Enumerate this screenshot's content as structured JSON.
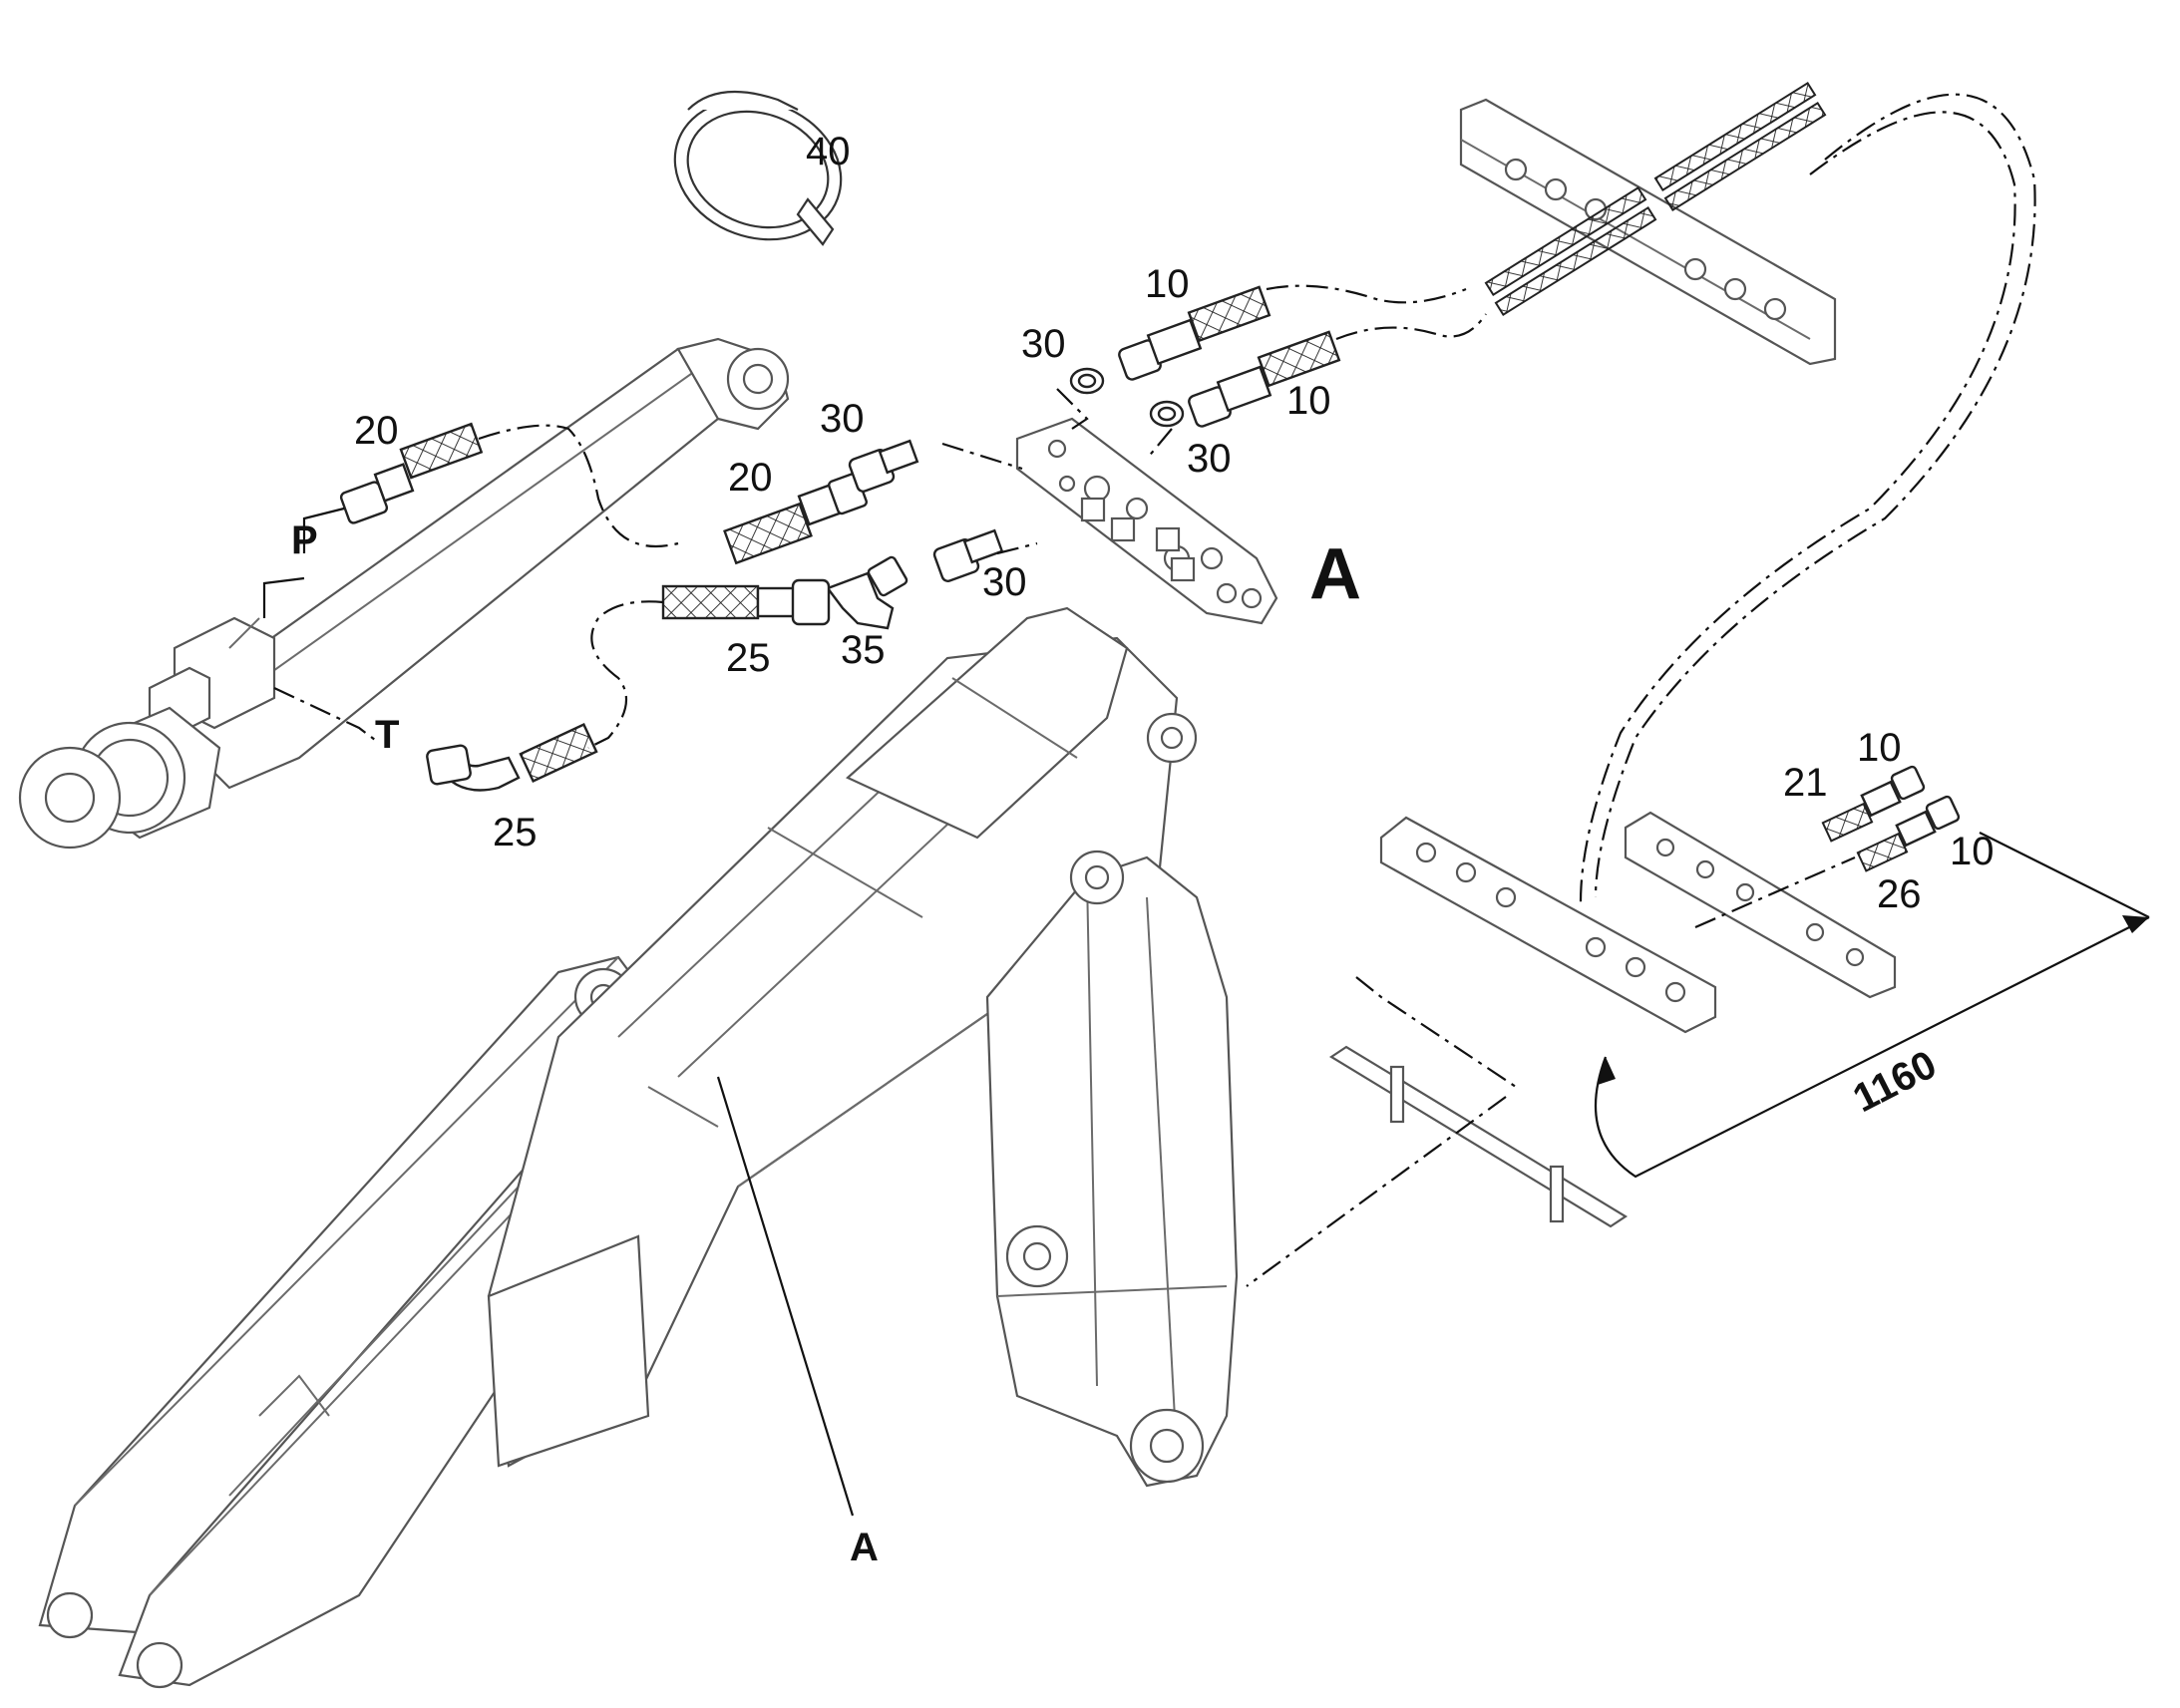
{
  "labels": {
    "p40": "40",
    "p20_top": "20",
    "p20_mid": "20",
    "p30_a": "30",
    "p30_b": "30",
    "p30_c": "30",
    "p30_d": "30",
    "p10_a": "10",
    "p10_b": "10",
    "p10_c": "10",
    "p10_d": "10",
    "p25_a": "25",
    "p25_b": "25",
    "p35": "35",
    "p21": "21",
    "p26": "26",
    "port_p": "P",
    "port_t": "T",
    "detail_a_big": "A",
    "detail_a_small": "A",
    "dimension": "1160"
  },
  "colors": {
    "ink": "#111111",
    "outline": "#555555",
    "background": "#ffffff"
  }
}
